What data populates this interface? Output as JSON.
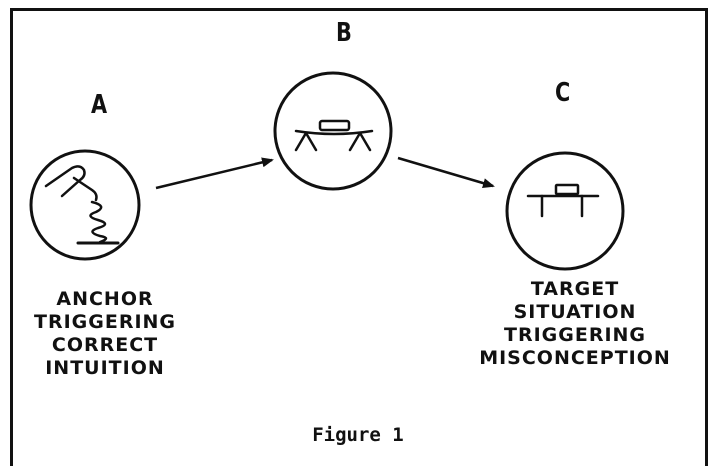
{
  "nodes": [
    {
      "letter": "A",
      "caption": [
        "ANCHOR",
        "TRIGGERING",
        "CORRECT",
        "INTUITION"
      ]
    },
    {
      "letter": "B",
      "caption": []
    },
    {
      "letter": "C",
      "caption": [
        "TARGET",
        "SITUATION",
        "TRIGGERING",
        "MISCONCEPTION"
      ]
    }
  ],
  "figure_label": "Figure 1"
}
